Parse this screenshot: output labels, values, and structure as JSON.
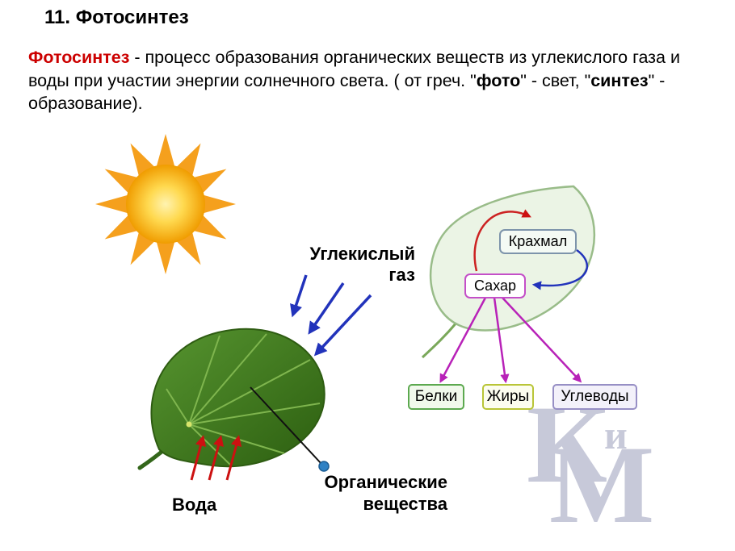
{
  "slide": {
    "title": "11. Фотосинтез"
  },
  "intro": {
    "term": "Фотосинтез",
    "after_term": " - процесс образования органических веществ из углекислого газа и воды при участии энергии солнечного света. ( от греч. \"",
    "bold_photo": "фото",
    "between": "\" - свет, \"",
    "bold_syntez": "синтез",
    "tail": "\" - образование)."
  },
  "diagram": {
    "co2_label_line1": "Углекислый",
    "co2_label_line2": "газ",
    "water_label": "Вода",
    "organic_label_line1": "Органические",
    "organic_label_line2": "вещества",
    "starch_box": "Крахмал",
    "sugar_box": "Сахар",
    "products": [
      {
        "label": "Белки"
      },
      {
        "label": "Жиры"
      },
      {
        "label": "Углеводы"
      }
    ]
  },
  "watermark": {
    "letter_k": "К",
    "letter_i": "и",
    "letter_m": "М"
  },
  "colors": {
    "term_red": "#cc0000",
    "co2_arrow": "#2233bb",
    "water_arrow": "#cc1111",
    "product_arrow": "#b822b8",
    "starch_border": "#7d94ab",
    "sugar_border": "#c44fc8",
    "proteins_border": "#5ca94f",
    "fats_border": "#b9c537",
    "carbs_border": "#978fc5",
    "watermark_gray": "#c7c9d9",
    "sun_orange": "#f5a01d",
    "leaf_green": "#3c7a1c"
  }
}
